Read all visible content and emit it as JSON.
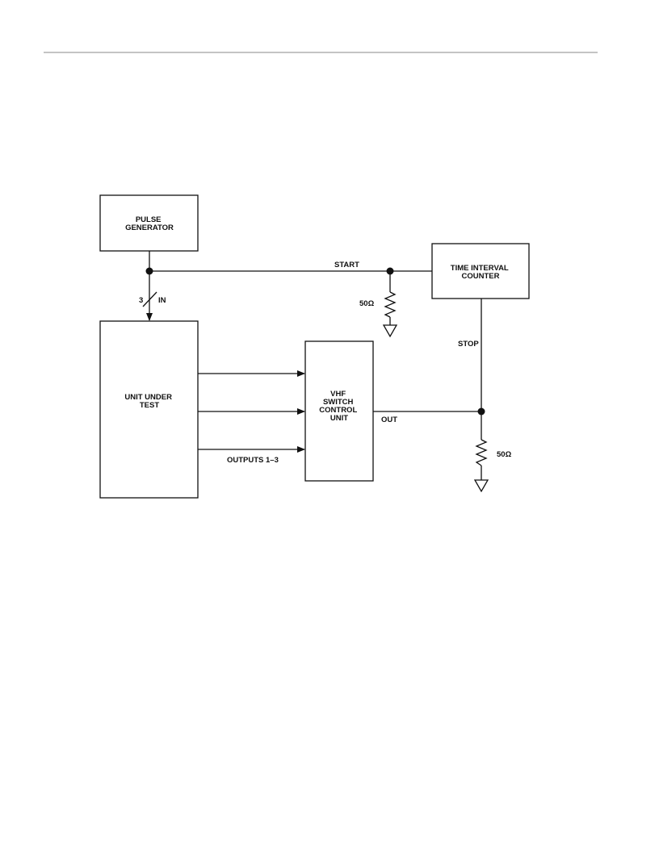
{
  "blocks": {
    "pulse_generator": [
      "PULSE",
      "GENERATOR"
    ],
    "time_interval_counter": [
      "TIME INTERVAL",
      "COUNTER"
    ],
    "unit_under_test": [
      "UNIT UNDER",
      "TEST"
    ],
    "vhf_switch": [
      "VHF",
      "SWITCH",
      "CONTROL",
      "UNIT"
    ]
  },
  "labels": {
    "start": "START",
    "stop": "STOP",
    "out": "OUT",
    "outputs": "OUTPUTS 1–3",
    "in_count": "3",
    "in": "IN",
    "res_top": "50Ω",
    "res_bottom": "50Ω"
  },
  "colors": {
    "ink": "#111111",
    "rule": "#8a8a8a"
  }
}
